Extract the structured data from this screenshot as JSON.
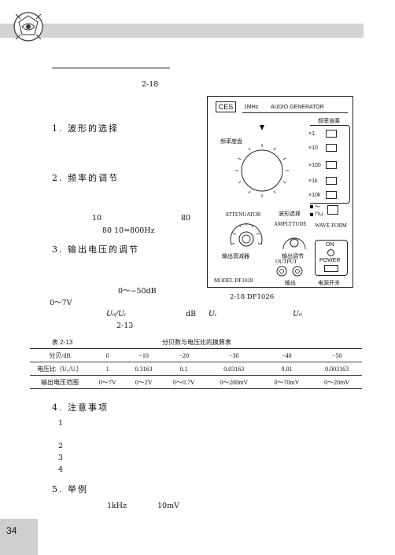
{
  "page_number": "34",
  "figure_ref_top": "2-18",
  "sections": {
    "s1": "1.  波形的选择",
    "s2": "2.  频率的调节",
    "s3": "3.  输出电压的调节",
    "s4": "4.  注意事项",
    "s5": "5.  举例"
  },
  "freq_example": {
    "part1": "10",
    "part2": "80",
    "line2": "80    10=800Hz"
  },
  "attenuation": {
    "range": "0～−50dB",
    "voltage_range": "0～7V",
    "ratio": "U₀/Uᵢ",
    "unit_db": "dB",
    "ui": "Uᵢ",
    "uo": "U₀",
    "table_ref": "2-13"
  },
  "notes_numbers": [
    "1",
    "2",
    "3",
    "4"
  ],
  "example": {
    "freq": "1kHz",
    "volt": "10mV"
  },
  "device": {
    "brand": "CES",
    "freq_label": "1MHz",
    "title": "AUDIO GENERATOR",
    "range_title": "频率倍乘",
    "multipliers": [
      "×1",
      "×10",
      "×100",
      "×1k",
      "×10k"
    ],
    "dial_label": "频率度盘",
    "attenuator_en": "ATTENUATOR",
    "attenuator_cn": "输出衰减器",
    "wave_select": "波形选择",
    "amplitude_en": "AMPLTTUDE",
    "amplitude_cn": "输出调节",
    "wave_form": "WAVE FORM",
    "on": "ON",
    "power": "POWER",
    "output_en": "OUTPUT",
    "output_cn": "输出",
    "power_cn": "电源开关",
    "model": "MODEL DF1028"
  },
  "figure_caption": "2-18    DF1026",
  "table": {
    "caption_left": "表 2-13",
    "caption_center": "分贝数与电压比的换算表",
    "headers": [
      "分贝/dB",
      "0",
      "−10",
      "−20",
      "−30",
      "−40",
      "−50"
    ],
    "rows": [
      [
        "电压比（U₀/Uᵢ）",
        "1",
        "0.3163",
        "0.1",
        "0.03163",
        "0.01",
        "0.003163"
      ],
      [
        "输出电压范围",
        "0～7V",
        "0～2V",
        "0～0.7V",
        "0～200mV",
        "0～70mV",
        "0～20mV"
      ]
    ]
  }
}
